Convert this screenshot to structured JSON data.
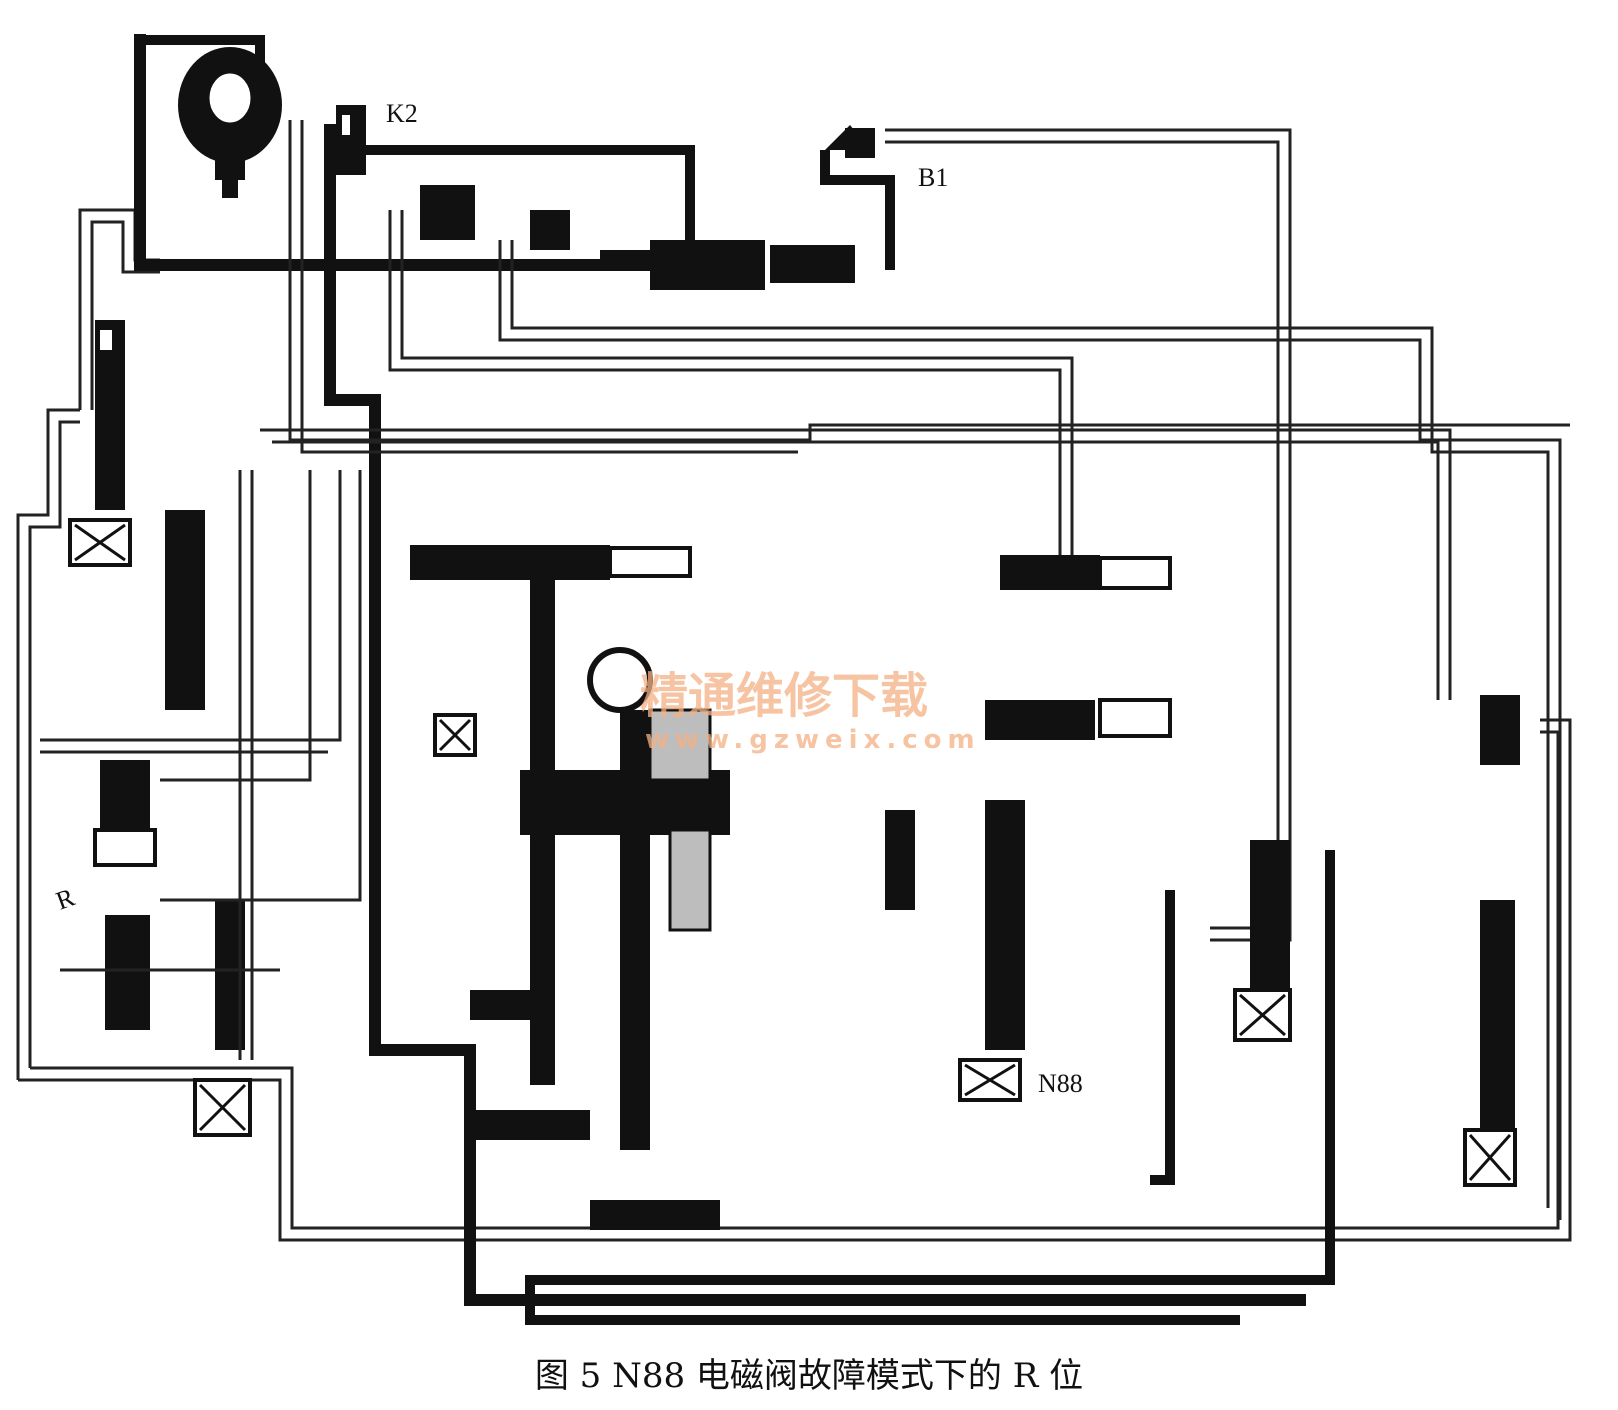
{
  "labels": {
    "k2": "K2",
    "b1": "B1",
    "n88": "N88",
    "r": "R"
  },
  "watermark": {
    "line1": "精通维修下载",
    "line2": "www.gzweix.com"
  },
  "caption": "图 5  N88 电磁阀故障模式下的 R 位",
  "colors": {
    "ink": "#111111",
    "line": "#222222",
    "gray_fill": "#bdbdbd",
    "watermark": "#f4b183"
  }
}
